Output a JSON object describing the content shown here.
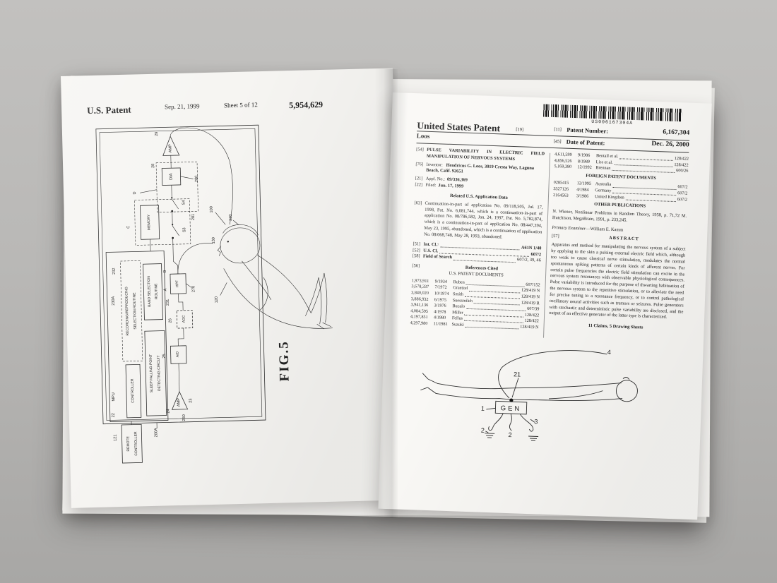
{
  "left_page": {
    "header": {
      "title": "U.S. Patent",
      "date": "Sep. 21, 1999",
      "sheet": "Sheet 5 of 12",
      "number": "5,954,629"
    },
    "figure": {
      "caption": "FIG.5",
      "blocks": {
        "amp_top": "AMP",
        "da": "D/A",
        "memory": "MEMORY",
        "mpu": "MPU",
        "recording1": "RECORDING/REPRODUCING",
        "recording2": "SELECTION ROUTINE",
        "band1": "BAND SELECTION",
        "band2": "ROUTINE",
        "controller": "CONTROLLER",
        "sleep1": "SLEEP FALLING POINT",
        "sleep2": "DETECTING CIRCUIT",
        "remote1": "REMOTE",
        "remote2": "CONTROLLER",
        "hpf": "HPF",
        "agc": "AGC",
        "ad": "A/D",
        "amp_bottom": "AMP"
      },
      "refs": {
        "r29": "29",
        "r28": "28",
        "r280": "280",
        "rD": "D",
        "rS4": "S4",
        "rC": "C",
        "r281": "281",
        "rS3": "S3",
        "r232": "232",
        "r230A": "230A",
        "r231": "231",
        "rB": "B",
        "rA": "A",
        "r270": "270",
        "r26": "26",
        "r25": "25",
        "r24": "24",
        "r23": "23",
        "r250": "250",
        "r22": "22",
        "r121": "121",
        "r200A": "200A",
        "r100": "100",
        "r320": "320",
        "r130": "130",
        "r120": "120"
      }
    }
  },
  "right_page": {
    "barcode_text": "US006167304A",
    "header": {
      "title": "United States Patent",
      "title_tag": "[19]",
      "surname": "Loos",
      "num_tag": "[11]",
      "num_label": "Patent Number:",
      "number": "6,167,304",
      "date_tag": "[45]",
      "date_label": "Date of Patent:",
      "date": "Dec. 26, 2000"
    },
    "biblio": {
      "title_tag": "[54]",
      "title": "PULSE VARIABILITY IN ELECTRIC FIELD MANIPULATION OF NERVOUS SYSTEMS",
      "inventor_tag": "[76]",
      "inventor_label": "Inventor:",
      "inventor": "Hendricus G. Loos, 3019 Cresta Way, Laguna Beach, Calif. 92651",
      "appl_tag": "[21]",
      "appl_label": "Appl. No.:",
      "appl": "09/336,369",
      "filed_tag": "[22]",
      "filed_label": "Filed:",
      "filed": "Jun. 17, 1999",
      "related_heading": "Related U.S. Application Data",
      "related_tag": "[63]",
      "related_text": "Continuation-in-part of application No. 09/118,505, Jul. 17, 1998, Pat. No. 6,081,744, which is a continuation-in-part of application No. 08/786,582, Jan. 24, 1997, Pat. No. 5,782,874, which is a continuation-in-part of application No. 08/447,394, May 23, 1995, abandoned, which is a continuation of application No. 08/068,748, May 28, 1993, abandoned.",
      "intcl_tag": "[51]",
      "intcl_label": "Int. Cl.",
      "intcl_sup": "7",
      "intcl_value": "A61N 1/40",
      "uscl_tag": "[52]",
      "uscl_label": "U.S. Cl.",
      "uscl_value": "607/2",
      "field_tag": "[58]",
      "field_label": "Field of Search",
      "field_value": "607/2, 39, 46",
      "refs_tag": "[56]",
      "refs_heading": "References Cited",
      "us_docs_heading": "U.S. PATENT DOCUMENTS"
    },
    "us_refs": [
      {
        "n": "1,973,911",
        "d": "9/1934",
        "name": "Ruben",
        "c": "607/152"
      },
      {
        "n": "3,678,337",
        "d": "7/1972",
        "name": "Graetzel",
        "c": "128/419 N"
      },
      {
        "n": "3,840,020",
        "d": "10/1974",
        "name": "Smith",
        "c": "128/419 N"
      },
      {
        "n": "3,886,932",
        "d": "6/1975",
        "name": "Suessmilch",
        "c": "128/419 R"
      },
      {
        "n": "3,941,136",
        "d": "3/1976",
        "name": "Bucalo",
        "c": "607/39"
      },
      {
        "n": "4,084,595",
        "d": "4/1978",
        "name": "Miller",
        "c": "128/422"
      },
      {
        "n": "4,197,851",
        "d": "4/1980",
        "name": "Fellus",
        "c": "128/422"
      },
      {
        "n": "4,297,980",
        "d": "11/1981",
        "name": "Suzuki",
        "c": "128/419 N"
      }
    ],
    "us_refs_cont": [
      {
        "n": "4,611,599",
        "d": "9/1986",
        "name": "Bentall et al.",
        "c": "128/422"
      },
      {
        "n": "4,856,526",
        "d": "8/1989",
        "name": "Liss et al.",
        "c": "128/422"
      },
      {
        "n": "5,169,380",
        "d": "12/1992",
        "name": "Brennan",
        "c": "600/26"
      }
    ],
    "foreign_heading": "FOREIGN PATENT DOCUMENTS",
    "foreign_refs": [
      {
        "n": "0285415",
        "d": "12/1995",
        "name": "Australia",
        "c": "607/2"
      },
      {
        "n": "3327126",
        "d": "4/1984",
        "name": "Germany",
        "c": "607/2"
      },
      {
        "n": "2164563",
        "d": "3/1986",
        "name": "United Kingdom",
        "c": "607/2"
      }
    ],
    "other_heading": "OTHER PUBLICATIONS",
    "other_text": "N. Wiener, Nonlinear Problems in Random Theory, 1958, p. 71,72 M. Hutchison, MegaBrain, 1991, p. 233,245.",
    "examiner_label": "Primary Examiner",
    "examiner_name": "—William E. Kamm",
    "abstract_tag": "[57]",
    "abstract_heading": "ABSTRACT",
    "abstract_text": "Apparatus and method for manipulating the nervous system of a subject by applying to the skin a pulsing external electric field which, although too weak to cause classical nerve stimulation, modulates the normal spontaneous spiking patterns of certain kinds of afferent nerves. For certain pulse frequencies the electric field stimulation can excite in the nervous system resonances with observable physiological consequences. Pulse variability is introduced for the purpose of thwarting habituation of the nervous system to the repetitive stimulation, or to alleviate the need for precise tuning to a resonance frequency, or to control pathological oscillatory neural activities such as tremors or seizures. Pulse generators with stochastic and deterministic pulse variability are disclosed, and the output of an effective generator of the latter type is characterized.",
    "claims_line": "11 Claims, 5 Drawing Sheets",
    "figure": {
      "gen": "GEN",
      "l4": "4",
      "l21": "21",
      "l1": "1",
      "l3": "3",
      "l2a": "2",
      "l2b": "2"
    }
  }
}
